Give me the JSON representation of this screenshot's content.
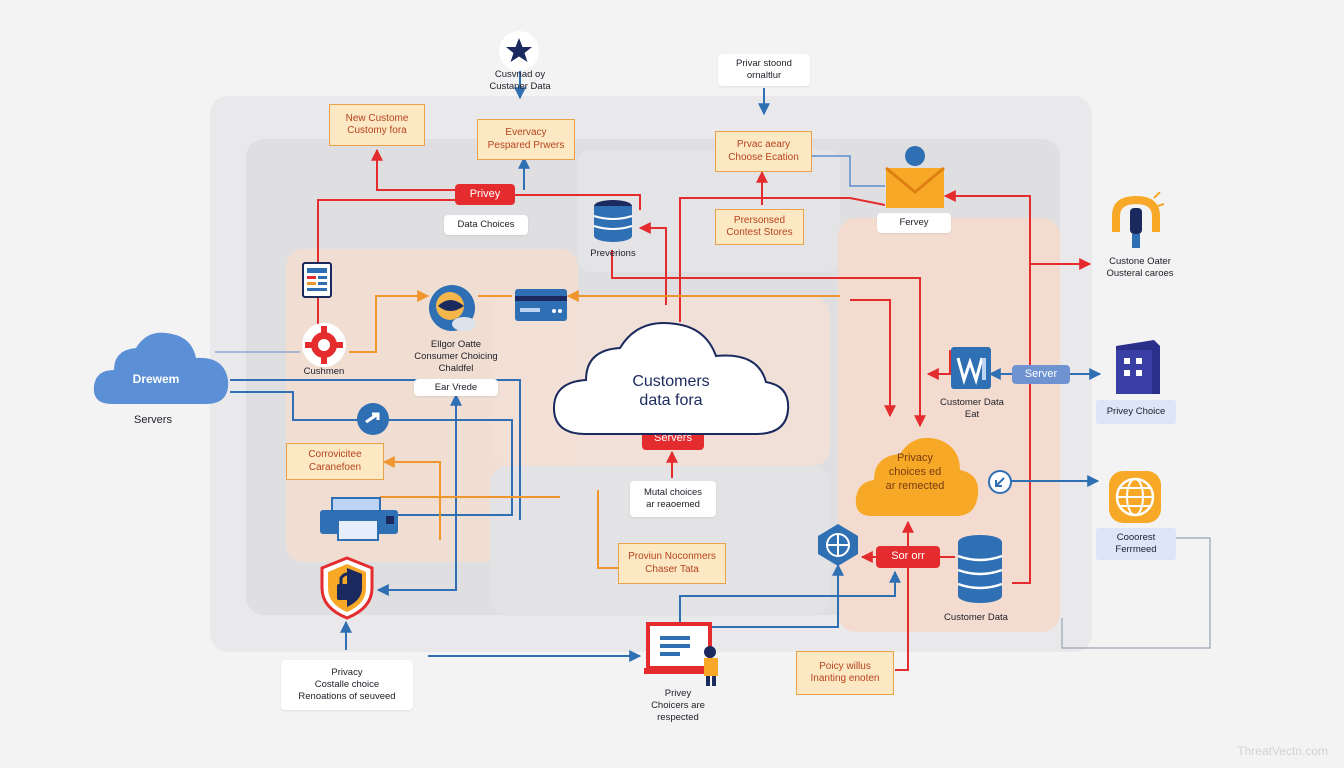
{
  "colors": {
    "red": "#e42c2f",
    "blue": "#2f6fb4",
    "orange": "#f0962e",
    "cloud_blue": "#5b8fd6",
    "cloud_orange": "#f7a826",
    "navy": "#1b2a5e"
  },
  "diagram": {
    "center_cloud": {
      "text": "Customers\ndata fora",
      "icon": "cloud-icon"
    },
    "center_red_label": "Servers",
    "left_cloud": {
      "text": "Drewem",
      "caption": "Servers",
      "icon": "cloud-icon"
    },
    "orange_cloud": {
      "text": "Privacy\nchoices ed\nar remected",
      "icon": "cloud-icon"
    },
    "top_star_label": "Cusvnad oy\nCustaner Data",
    "top_right_label": "Privar stoond\nornaltlur",
    "boxes": {
      "new_customer": "New Custome\nCustomy fora",
      "every_privacy": "Evervacy\nPespared Prwers",
      "prvacy_choice": "Prvac aeary\nChoose Ecation",
      "personalized": "Prersonsed\nContest Stores",
      "corrective": "Corrovicitee\nCaranefoen",
      "mutual": "Mutal choices\nar reaoemed",
      "problem": "Proviun Noconmers\nChaser Tata",
      "policy_win": "Poicy willus\nInanting enoten",
      "privacy_bottom": "Privacy\nCostalle choice\nRenoations of seuveed",
      "privacy_respected": "Privey\nChoicers are\nrespected"
    },
    "labels": {
      "privey_red": "Privey",
      "data_choices": "Data Choices",
      "preventions": "Preverions",
      "fervey": "Fervey",
      "customer_right": "Custone Oater\nOusteral caroes",
      "customer_data_eat": "Customer Data\nEat",
      "server_blue": "Server",
      "privey_choice": "Privey Choice",
      "cuorrest": "Cooorest\nFerrmeed",
      "server_red": "Sor orr",
      "customer_data": "Customer Data",
      "elligor": "Ellgor Oatte\nConsumer Choicing\nChaldfel",
      "ear_vredr": "Ear Vrede",
      "cushmen": "Cushmen"
    },
    "icons": [
      "star-icon",
      "document-icon",
      "gear-icon",
      "globe-user-icon",
      "credit-card-icon",
      "database-icon",
      "mail-user-icon",
      "lightbulb-icon",
      "wifi-server-icon",
      "building-icon",
      "network-globe-icon",
      "shield-lock-icon",
      "printer-icon",
      "refresh-icon",
      "computer-user-icon",
      "orange-globe-icon"
    ],
    "watermark": "ThreatVectn.com"
  }
}
